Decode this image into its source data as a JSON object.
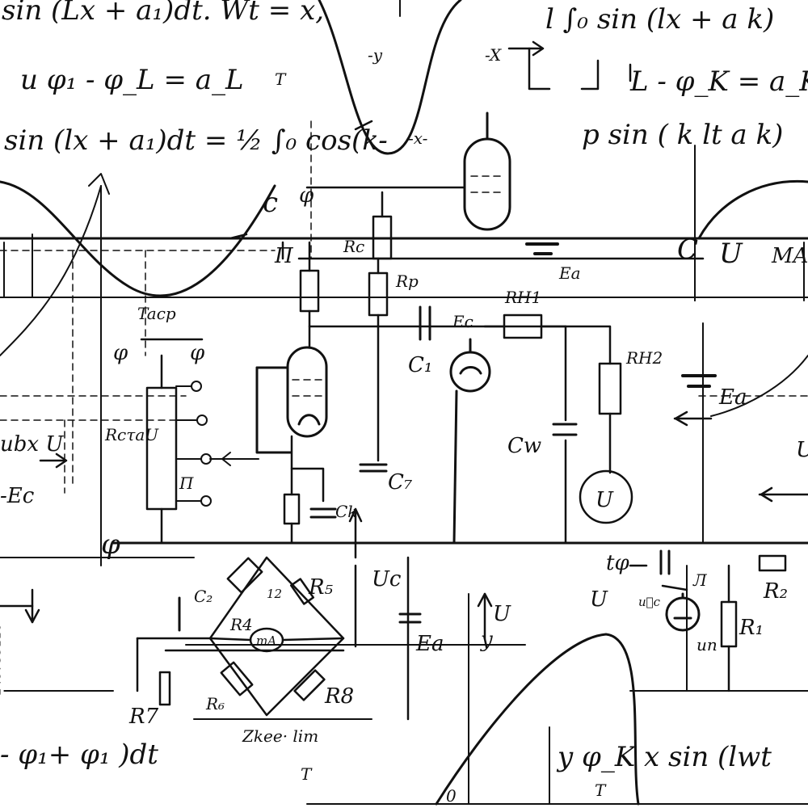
{
  "image": {
    "stock_id": "249735116",
    "formulas": [
      "sin (Lx + a₁)dt. Wt = x,",
      "u φ₁ - φ_L = a_L",
      "T",
      "sin (lx + a₁)dt = ½ ∫₀ cos(k-",
      "l ∫₀ sin (lx + a k)",
      "L - φ_K = a_K",
      "p sin ( k lt a k)",
      "- φ₁+ φ₁ )dt",
      "y φ_K  x sin (lwt",
      "Zkee· lim",
      "T"
    ],
    "labels": {
      "y_top": "-y",
      "x_top": "-X",
      "x_mid": "-x-",
      "phi_top": "φ",
      "c_pi": "c",
      "pi_mid": "Π",
      "tacp": "Tacp",
      "phi_a": "φ",
      "phi_b": "φ",
      "rctau": "RcτaU",
      "pi_switch": "Π",
      "ubx": "ubx U",
      "ec_left": "-Ec",
      "rc": "Rc",
      "rp": "Rp",
      "rh1": "RH1",
      "rh2": "RH2",
      "c1": "C₁",
      "ec_mid": "Ec",
      "ea_top": "Ea",
      "ea_right": "Ea",
      "cw": "Cw",
      "c7": "C₇",
      "ck": "Ck",
      "meter_u": "U",
      "c_right": "C",
      "u_right": "U",
      "ma_right": "MA",
      "phi_ground": "φ",
      "uc": "Uc",
      "ea_low": "Ea",
      "u_low": "U",
      "y_low": "y",
      "u_mid": "U",
      "u_right2": "U",
      "tphi": "tφ",
      "uc_vec": "u⃗c",
      "l1": "Л",
      "un": "uп",
      "r1": "R₁",
      "r2": "R₂",
      "c2": "C₂",
      "r4": "R4",
      "r5": "R₅",
      "r6": "R₆",
      "r7": "R7",
      "r8": "R8",
      "r12": "12",
      "ma_bridge": "mA",
      "zero": "0",
      "t_low": "T"
    }
  }
}
